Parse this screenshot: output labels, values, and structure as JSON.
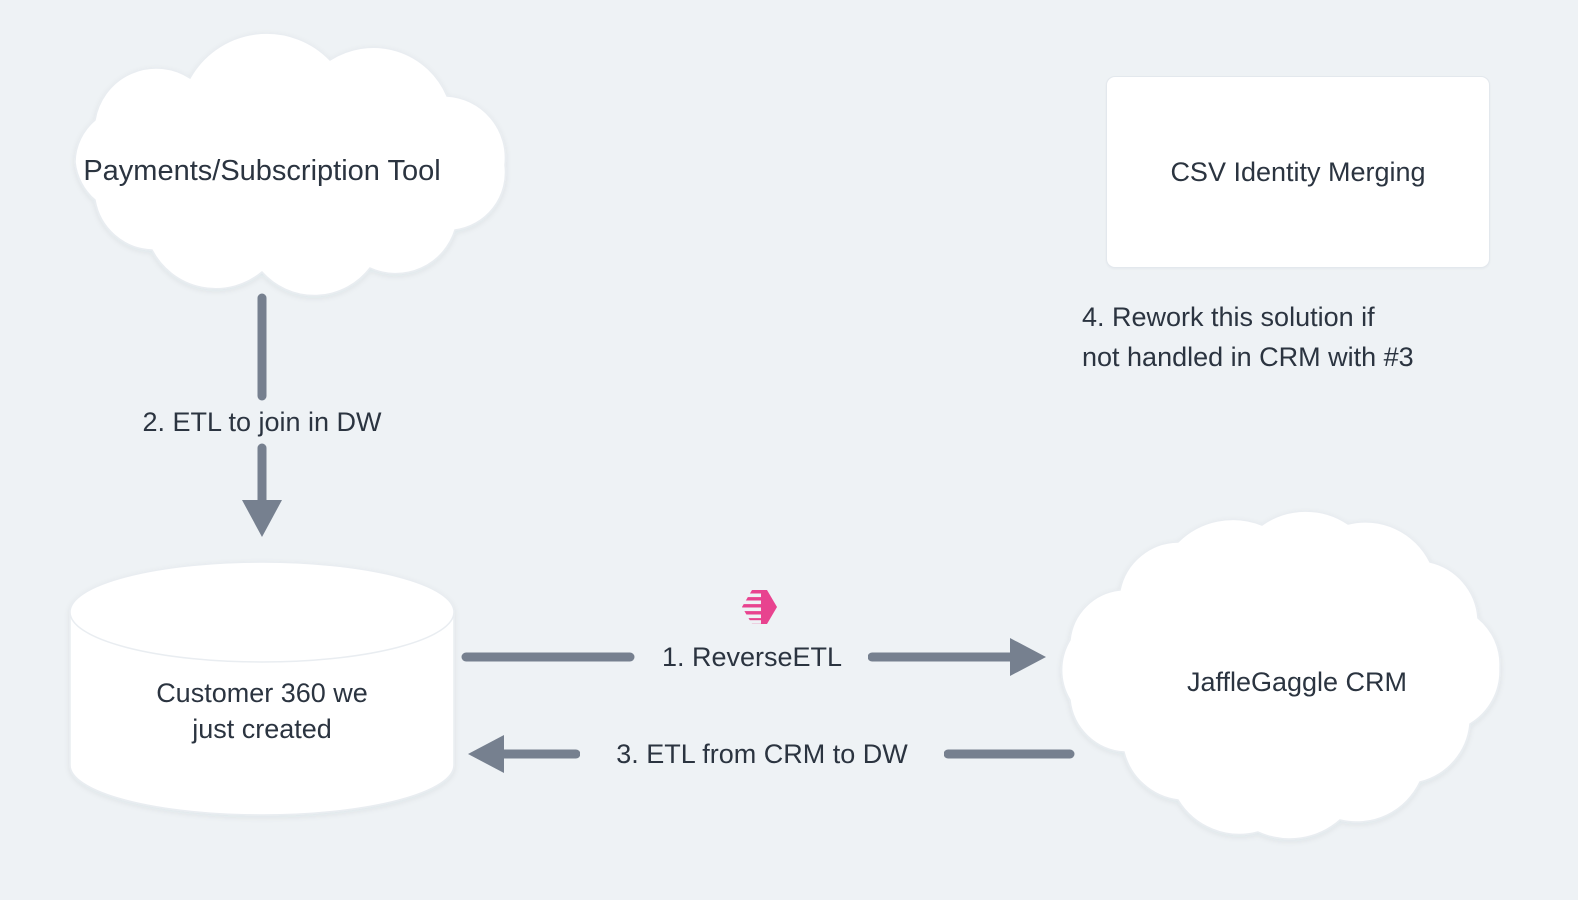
{
  "diagram": {
    "type": "flow-diagram",
    "background_color": "#eef2f5",
    "text_color": "#2b3440",
    "arrow_color": "#76808f",
    "shape_fill": "#ffffff",
    "accent_color": "#e8438f"
  },
  "nodes": {
    "payments_cloud": {
      "label": "Payments/Subscription Tool",
      "shape": "cloud"
    },
    "csv_box": {
      "label": "CSV Identity Merging",
      "shape": "rectangle"
    },
    "warehouse_cylinder": {
      "label": "Customer 360 we\njust created",
      "shape": "cylinder"
    },
    "crm_cloud": {
      "label": "JaffleGaggle CRM",
      "shape": "cloud"
    }
  },
  "notes": {
    "rework_note": "4. Rework this solution if\nnot handled in CRM with #3"
  },
  "edges": [
    {
      "id": "reverse-etl",
      "label": "1. ReverseETL",
      "from": "warehouse_cylinder",
      "to": "crm_cloud",
      "direction": "right"
    },
    {
      "id": "etl-join-dw",
      "label": "2. ETL to join in DW",
      "from": "payments_cloud",
      "to": "warehouse_cylinder",
      "direction": "down"
    },
    {
      "id": "etl-crm-to-dw",
      "label": "3. ETL from CRM to DW",
      "from": "crm_cloud",
      "to": "warehouse_cylinder",
      "direction": "left"
    }
  ],
  "icons": {
    "hightouch_logo": "hightouch-logo-icon"
  }
}
